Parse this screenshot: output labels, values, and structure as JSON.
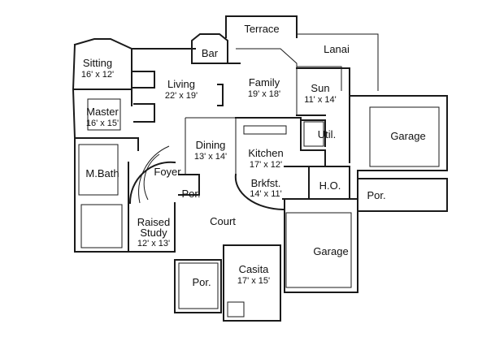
{
  "rooms": {
    "terrace": {
      "name": "Terrace"
    },
    "lanai": {
      "name": "Lanai"
    },
    "bar": {
      "name": "Bar"
    },
    "sitting": {
      "name": "Sitting",
      "dims": "16' x 12'"
    },
    "living": {
      "name": "Living",
      "dims": "22' x 19'"
    },
    "family": {
      "name": "Family",
      "dims": "19' x 18'"
    },
    "sun": {
      "name": "Sun",
      "dims": "11' x 14'"
    },
    "master": {
      "name": "Master",
      "dims": "16' x 15'"
    },
    "garage_right": {
      "name": "Garage"
    },
    "dining": {
      "name": "Dining",
      "dims": "13' x 14'"
    },
    "util": {
      "name": "Util."
    },
    "kitchen": {
      "name": "Kitchen",
      "dims": "17' x 12'"
    },
    "mbath": {
      "name": "M.Bath"
    },
    "foyer": {
      "name": "Foyer"
    },
    "brkfst": {
      "name": "Brkfst.",
      "dims": "14' x 11'"
    },
    "ho": {
      "name": "H.O."
    },
    "por_garage": {
      "name": "Por."
    },
    "por_foyer": {
      "name": "Por."
    },
    "court": {
      "name": "Court"
    },
    "study": {
      "name": "Raised",
      "name2": "Study",
      "dims": "12' x 13'"
    },
    "garage_bottom": {
      "name": "Garage"
    },
    "casita": {
      "name": "Casita",
      "dims": "17' x 15'"
    },
    "por_casita": {
      "name": "Por."
    }
  }
}
